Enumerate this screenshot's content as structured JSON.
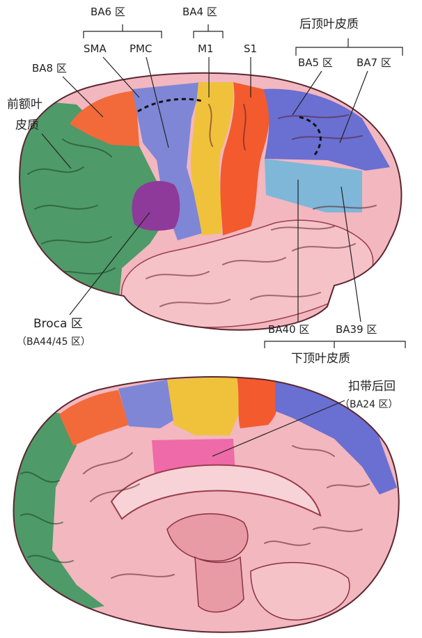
{
  "lateral_view": {
    "labels": {
      "ba6": "BA6 区",
      "ba4": "BA4 区",
      "posterior_parietal": "后顶叶皮质",
      "sma": "SMA",
      "pmc": "PMC",
      "m1": "M1",
      "s1": "S1",
      "ba5": "BA5 区",
      "ba7": "BA7 区",
      "ba8": "BA8 区",
      "prefrontal_line1": "前额叶",
      "prefrontal_line2": "皮质",
      "broca": "Broca 区",
      "broca_ba": "（BA44/45 区）",
      "ba40": "BA40 区",
      "ba39": "BA39 区",
      "inferior_parietal": "下顶叶皮质"
    }
  },
  "medial_view": {
    "labels": {
      "cingulate": "扣带后回",
      "cingulate_ba": "（BA24 区）"
    }
  },
  "colors": {
    "prefrontal": "#4e9a68",
    "ba8": "#f26a3a",
    "premotor": "#7f86d6",
    "m1": "#f0c23c",
    "s1": "#f35a2e",
    "parietal": "#6a6fd2",
    "ba39_40": "#7fb7d8",
    "broca": "#8e3a9a",
    "cortex_pink": "#f2b7bf",
    "cingulate": "#ef6aa8"
  }
}
